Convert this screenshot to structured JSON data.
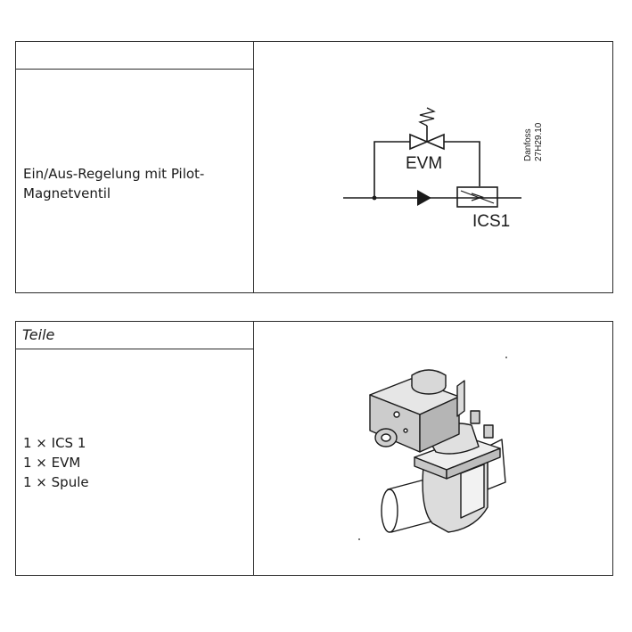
{
  "row1": {
    "header": "",
    "description_lines": [
      "Ein/Aus-Regelung mit Pilot-",
      "Magnetventil"
    ],
    "diagram": {
      "label_evm": "EVM",
      "label_ics": "ICS1",
      "brand": "Danfoss",
      "code": "27H29.10"
    }
  },
  "row2": {
    "header": "Teile",
    "parts": [
      "1 × ICS 1",
      "1 × EVM",
      "1 × Spule"
    ]
  }
}
